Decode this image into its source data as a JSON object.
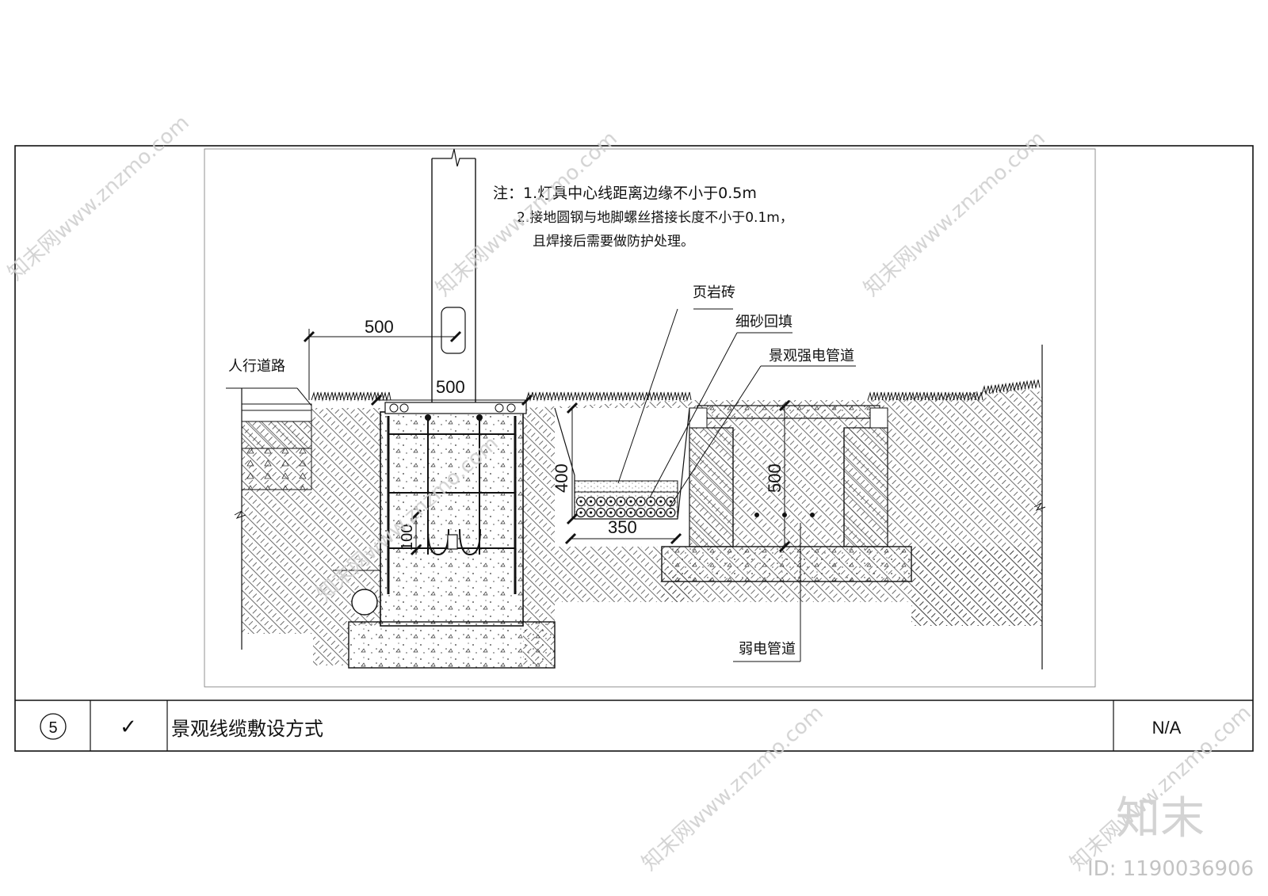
{
  "notes": {
    "line1": "注：1.灯具中心线距离边缘不小于0.5m",
    "line2": "2.接地圆钢与地脚螺丝搭接长度不小于0.1m，",
    "line3": "且焊接后需要做防护处理。"
  },
  "labels": {
    "pedestrian_road": "人行道路",
    "shale_brick": "页岩砖",
    "fine_sand_backfill": "细砂回填",
    "strong_power_duct": "景观强电管道",
    "weak_power_duct": "弱电管道"
  },
  "dimensions": {
    "offset_500": "500",
    "pole_500": "500",
    "trench_400": "400",
    "trench_350": "350",
    "ground_100": "100",
    "duct_500": "500"
  },
  "title_block": {
    "number": "5",
    "check_mark": "✓",
    "title": "景观线缆敷设方式",
    "scale": "N/A"
  },
  "watermark": {
    "site_text": "知末网www.znzmo.com",
    "brand": "知末",
    "id": "ID: 1190036906"
  },
  "colors": {
    "line": "#111111",
    "watermark": "#cfcfcf"
  }
}
